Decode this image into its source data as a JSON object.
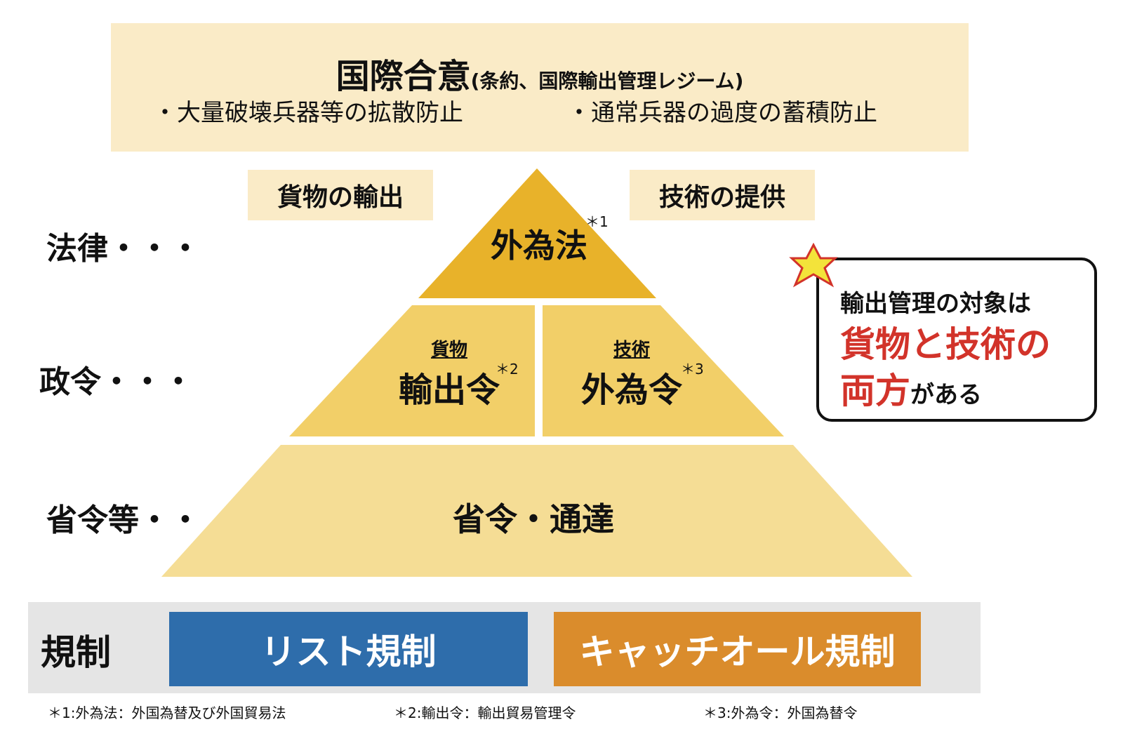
{
  "agreement": {
    "title": "国際合意",
    "subtitle": "(条約、国際輸出管理レジーム)",
    "bullet1": "・大量破壊兵器等の拡散防止",
    "bullet2": "・通常兵器の過度の蓄積防止"
  },
  "tags": {
    "goods_export": "貨物の輸出",
    "tech_provision": "技術の提供"
  },
  "levels": {
    "law": "法律・・・",
    "cabinet_order": "政令・・・",
    "ministerial": "省令等・・"
  },
  "pyramid": {
    "top": "外為法",
    "top_note": "＊1",
    "goods_small": "貨物",
    "goods_order": "輸出令",
    "goods_note": "＊2",
    "tech_small": "技術",
    "tech_order": "外為令",
    "tech_note": "＊3",
    "bottom": "省令・通達"
  },
  "callout": {
    "line1": "輸出管理の対象は",
    "line2": "貨物と技術の",
    "both": "両方",
    "suffix": "がある"
  },
  "regulation": {
    "label": "規制",
    "list": "リスト規制",
    "catchall": "キャッチオール規制"
  },
  "footnotes": {
    "fn1": "＊1:外為法：外国為替及び外国貿易法",
    "fn2": "＊2:輸出令：輸出貿易管理令",
    "fn3": "＊3:外為令：外国為替令"
  },
  "colors": {
    "top_tier": "#e8b22a",
    "middle_tier": "#f2cf68",
    "bottom_tier": "#f5dd95",
    "agreement_bg": "#faebc7",
    "list_reg": "#2e6dab",
    "catchall_reg": "#da8c2c",
    "highlight_red": "#d2332a"
  },
  "icons": {
    "callout_marker": "star-icon"
  }
}
